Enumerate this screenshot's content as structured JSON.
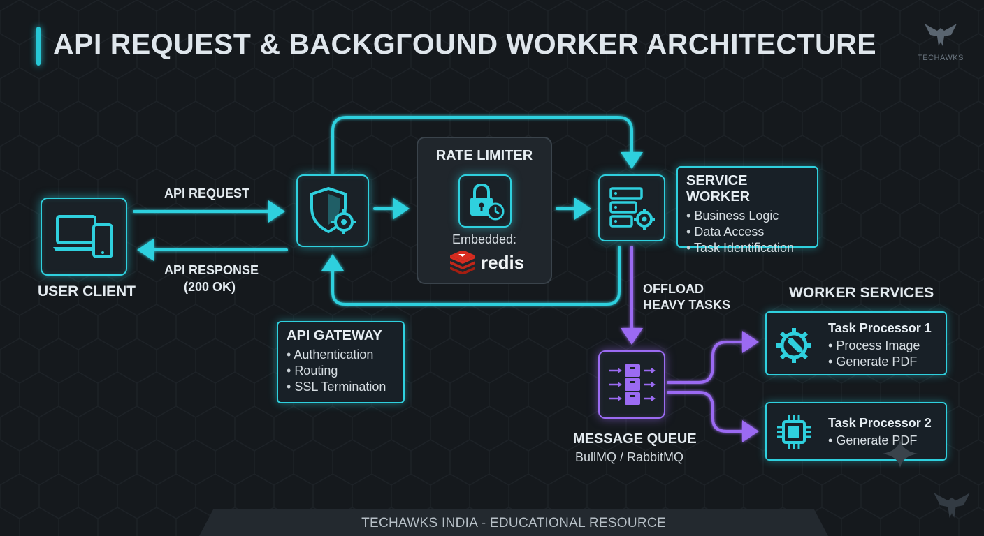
{
  "title": "API REQUEST & BACKGГOUND WORKER ARCHITECTURE",
  "brand": {
    "name": "TECHAWKS"
  },
  "colors": {
    "accent": "#2fd0de",
    "queue": "#9b6bf2",
    "background": "#15191d",
    "redis": "#d82c20"
  },
  "client": {
    "label": "USER CLIENT",
    "icon": "devices-icon"
  },
  "arrows": {
    "request": "API REQUEST",
    "response_line1": "API RESPONSE",
    "response_line2": "(200 OK)",
    "offload_line1": "OFFLOAD",
    "offload_line2": "HEAVY TASKS"
  },
  "gateway": {
    "icon": "shield-gear-icon",
    "title": "API GATEWAY",
    "items": [
      "Authentication",
      "Routing",
      "SSL Termination"
    ]
  },
  "rate_limiter": {
    "title": "RATE LIMITER",
    "icon": "lock-clock-icon",
    "embedded": "Embedded:",
    "redis": "redis"
  },
  "service_worker": {
    "icon": "server-gear-icon",
    "title": "SERVICE WORKER",
    "items": [
      "Business Logic",
      "Data Access",
      "Task Identification"
    ]
  },
  "queue": {
    "icon": "queue-icon",
    "label": "MESSAGE QUEUE",
    "sub": "BullMQ / RabbitMQ"
  },
  "workers": {
    "heading": "WORKER SERVICES",
    "processors": [
      {
        "title": "Task Processor 1",
        "icon": "gear-wrench-icon",
        "items": [
          "Process Image",
          "Generate PDF"
        ]
      },
      {
        "title": "Task Processor 2",
        "icon": "chip-icon",
        "items": [
          "Generate PDF"
        ]
      }
    ]
  },
  "footer": "TECHAWKS INDIA - EDUCATIONAL RESOURCE"
}
